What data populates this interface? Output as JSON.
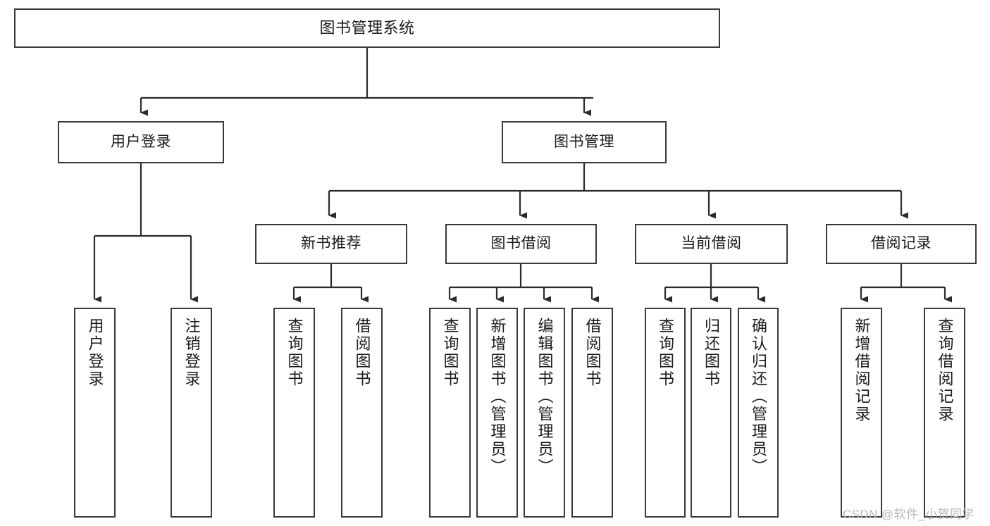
{
  "diagram": {
    "title": "图书管理系统",
    "type": "tree-hierarchy-diagram",
    "colors": {
      "box_border": "#3a3a3a",
      "box_fill": "#ffffff",
      "connector": "#2b2b2b",
      "text": "#1a1a1a",
      "watermark": "#b9b9b9",
      "background": "#ffffff"
    },
    "root": {
      "label": "图书管理系统"
    },
    "level1": [
      {
        "id": "user-login",
        "label": "用户登录"
      },
      {
        "id": "book-management",
        "label": "图书管理"
      }
    ],
    "level2": [
      {
        "id": "new-book-recommend",
        "label": "新书推荐",
        "parent": "book-management"
      },
      {
        "id": "book-borrow",
        "label": "图书借阅",
        "parent": "book-management"
      },
      {
        "id": "current-borrow",
        "label": "当前借阅",
        "parent": "book-management"
      },
      {
        "id": "borrow-record",
        "label": "借阅记录",
        "parent": "book-management"
      }
    ],
    "leaves": {
      "user-login": [
        {
          "id": "leaf-user-login",
          "label": "用户登录"
        },
        {
          "id": "leaf-logout-login",
          "label": "注销登录"
        }
      ],
      "new-book-recommend": [
        {
          "id": "leaf-query-book-1",
          "label": "查询图书"
        },
        {
          "id": "leaf-borrow-book-1",
          "label": "借阅图书"
        }
      ],
      "book-borrow": [
        {
          "id": "leaf-query-book-2",
          "label": "查询图书"
        },
        {
          "id": "leaf-add-book",
          "label": "新增图书（管理员）"
        },
        {
          "id": "leaf-edit-book",
          "label": "编辑图书（管理员）"
        },
        {
          "id": "leaf-borrow-book-2",
          "label": "借阅图书"
        }
      ],
      "current-borrow": [
        {
          "id": "leaf-query-book-3",
          "label": "查询图书"
        },
        {
          "id": "leaf-return-book",
          "label": "归还图书"
        },
        {
          "id": "leaf-confirm-return",
          "label": "确认归还（管理员）"
        }
      ],
      "borrow-record": [
        {
          "id": "leaf-add-record",
          "label": "新增借阅记录"
        },
        {
          "id": "leaf-query-record",
          "label": "查询借阅记录"
        }
      ]
    },
    "watermark": "CSDN @软件_小贺同学"
  }
}
